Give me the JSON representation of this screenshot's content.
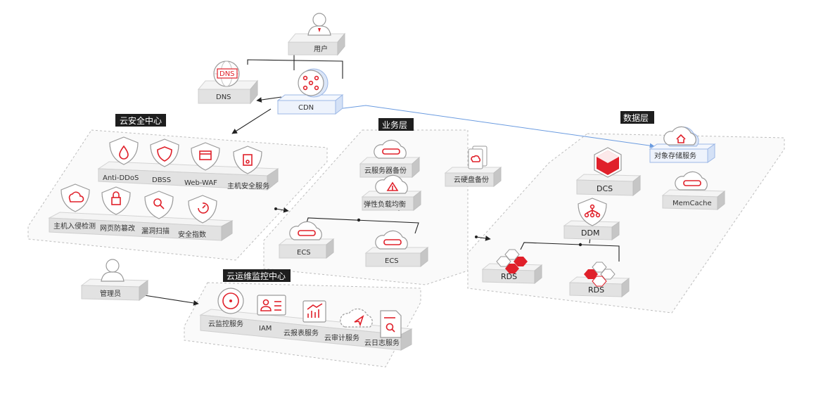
{
  "colors": {
    "accent": "#e0202a",
    "tag_bg": "#1e1e1e",
    "cdn_blue": "#6a9be0"
  },
  "top": {
    "user": "用户",
    "dns": "DNS",
    "dns_logo": "DNS",
    "cdn": "CDN"
  },
  "security": {
    "title": "云安全中心",
    "row1": [
      "Anti-DDoS",
      "DBSS",
      "Web-WAF",
      "主机安全服务"
    ],
    "row2": [
      "主机入侵检测",
      "网页防篡改",
      "漏洞扫描",
      "安全指数"
    ]
  },
  "business": {
    "title": "业务层",
    "items": {
      "backup": "云服务器备份",
      "disk": "云硬盘备份",
      "elb": "弹性负载均衡",
      "ecs1": "ECS",
      "ecs2": "ECS"
    }
  },
  "data_layer": {
    "title": "数据层",
    "items": {
      "obs": "对象存储服务",
      "dcs": "DCS",
      "memcache": "MemCache",
      "ddm": "DDM",
      "rds1": "RDS",
      "rds2": "RDS"
    }
  },
  "ops": {
    "title": "云运维监控中心",
    "admin": "管理员",
    "items": [
      "云监控服务",
      "IAM",
      "云报表服务",
      "云审计服务",
      "云日志服务"
    ]
  }
}
